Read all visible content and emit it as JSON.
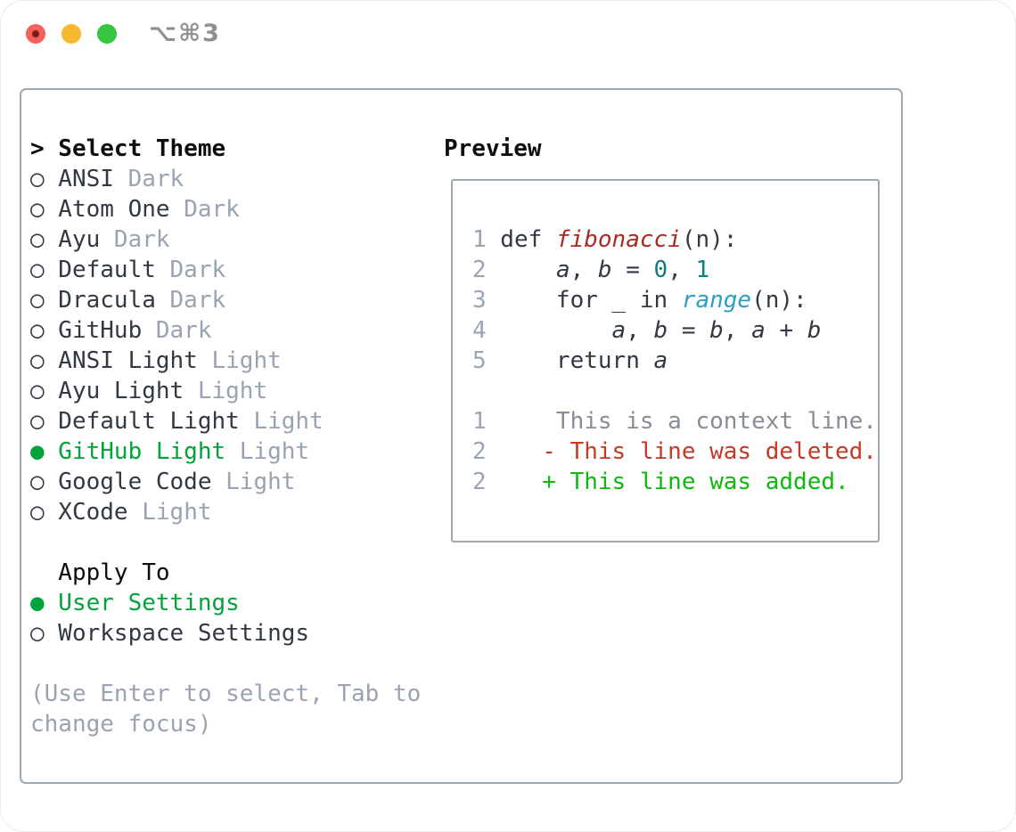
{
  "window": {
    "title": "⌥⌘3"
  },
  "colors": {
    "fg": "#333942",
    "heading": "#0c0e11",
    "muted": "#9aa3b0",
    "gutter": "#9aa5b4",
    "context_gray": "#878d94",
    "selected_green": "#03a33b",
    "added_green": "#0eb80c",
    "deleted_red": "#c23a28",
    "function_red": "#a82b24",
    "number_teal": "#0d7d78",
    "builtin_cyan": "#2d9ec6",
    "border": "#9ea8b3",
    "title_gray": "#8d9196",
    "traffic_red": "#f4605a",
    "traffic_red_dot": "#7c1a14",
    "traffic_yellow": "#f7b731",
    "traffic_green": "#35c53f"
  },
  "theme_panel": {
    "header_marker": ">",
    "header": "Select Theme",
    "markers": {
      "selected": "●",
      "unselected": "○"
    },
    "themes": [
      {
        "name": "ANSI",
        "variant": "Dark",
        "selected": false
      },
      {
        "name": "Atom One",
        "variant": "Dark",
        "selected": false
      },
      {
        "name": "Ayu",
        "variant": "Dark",
        "selected": false
      },
      {
        "name": "Default",
        "variant": "Dark",
        "selected": false
      },
      {
        "name": "Dracula",
        "variant": "Dark",
        "selected": false
      },
      {
        "name": "GitHub",
        "variant": "Dark",
        "selected": false
      },
      {
        "name": "ANSI Light",
        "variant": "Light",
        "selected": false
      },
      {
        "name": "Ayu Light",
        "variant": "Light",
        "selected": false
      },
      {
        "name": "Default Light",
        "variant": "Light",
        "selected": false
      },
      {
        "name": "GitHub Light",
        "variant": "Light",
        "selected": true
      },
      {
        "name": "Google Code",
        "variant": "Light",
        "selected": false
      },
      {
        "name": "XCode",
        "variant": "Light",
        "selected": false
      }
    ],
    "apply_header": "Apply To",
    "apply_options": [
      {
        "name": "User Settings",
        "selected": true
      },
      {
        "name": "Workspace Settings",
        "selected": false
      }
    ],
    "help_lines": [
      "(Use Enter to select, Tab to",
      "change focus)"
    ]
  },
  "preview": {
    "header": "Preview",
    "lines": [
      {
        "parts": [
          [
            "1",
            "gutter"
          ],
          [
            " def ",
            "fg"
          ],
          [
            "fibonacci",
            "func",
            "i"
          ],
          [
            "(n):",
            "fg"
          ]
        ]
      },
      {
        "parts": [
          [
            "2",
            "gutter"
          ],
          [
            "     ",
            "fg"
          ],
          [
            "a",
            "fg",
            "i"
          ],
          [
            ", ",
            "fg"
          ],
          [
            "b",
            "fg",
            "i"
          ],
          [
            " = ",
            "fg"
          ],
          [
            "0",
            "num"
          ],
          [
            ", ",
            "fg"
          ],
          [
            "1",
            "num"
          ]
        ]
      },
      {
        "parts": [
          [
            "3",
            "gutter"
          ],
          [
            "     for _ in ",
            "fg"
          ],
          [
            "range",
            "builtin",
            "i"
          ],
          [
            "(n):",
            "fg"
          ]
        ]
      },
      {
        "parts": [
          [
            "4",
            "gutter"
          ],
          [
            "         ",
            "fg"
          ],
          [
            "a",
            "fg",
            "i"
          ],
          [
            ", ",
            "fg"
          ],
          [
            "b",
            "fg",
            "i"
          ],
          [
            " = ",
            "fg"
          ],
          [
            "b",
            "fg",
            "i"
          ],
          [
            ", ",
            "fg"
          ],
          [
            "a",
            "fg",
            "i"
          ],
          [
            " + ",
            "fg"
          ],
          [
            "b",
            "fg",
            "i"
          ]
        ]
      },
      {
        "parts": [
          [
            "5",
            "gutter"
          ],
          [
            "     return ",
            "fg"
          ],
          [
            "a",
            "fg",
            "i"
          ]
        ]
      },
      {
        "parts": []
      },
      {
        "parts": [
          [
            "1",
            "gutter"
          ],
          [
            "     This is a context line.",
            "ctx"
          ]
        ]
      },
      {
        "parts": [
          [
            "2",
            "gutter"
          ],
          [
            "    ",
            "fg"
          ],
          [
            "- This line was deleted.",
            "del"
          ]
        ]
      },
      {
        "parts": [
          [
            "2",
            "gutter"
          ],
          [
            "    ",
            "fg"
          ],
          [
            "+ This line was added.",
            "add"
          ]
        ]
      }
    ]
  }
}
